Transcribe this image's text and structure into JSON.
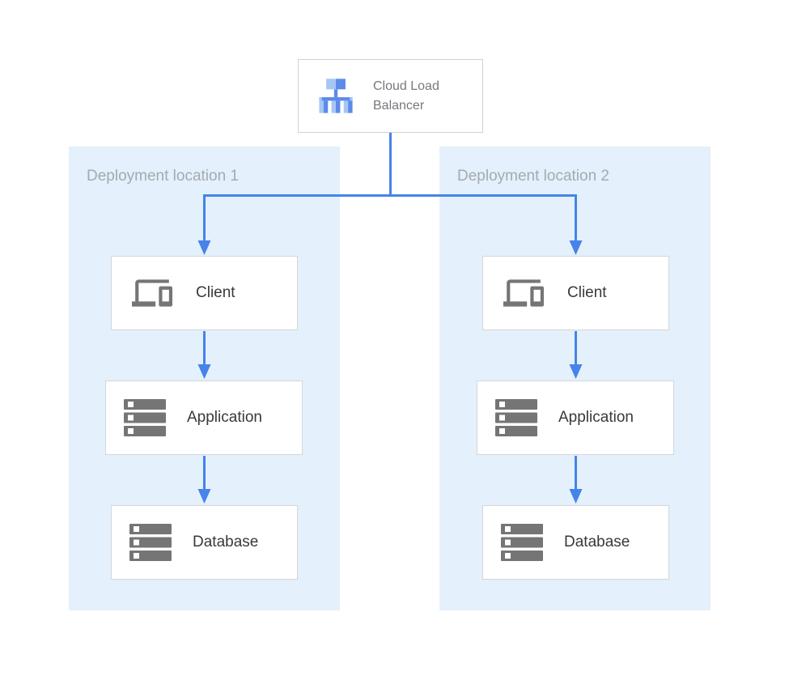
{
  "load_balancer": {
    "label": "Cloud Load Balancer",
    "icon": "load-balancer-icon"
  },
  "locations": [
    {
      "label": "Deployment location 1",
      "nodes": [
        {
          "label": "Client",
          "icon": "devices-icon"
        },
        {
          "label": "Application",
          "icon": "server-stack-icon"
        },
        {
          "label": "Database",
          "icon": "server-stack-icon"
        }
      ]
    },
    {
      "label": "Deployment location 2",
      "nodes": [
        {
          "label": "Client",
          "icon": "devices-icon"
        },
        {
          "label": "Application",
          "icon": "server-stack-icon"
        },
        {
          "label": "Database",
          "icon": "server-stack-icon"
        }
      ]
    }
  ],
  "connections": [
    {
      "from": "cloud-load-balancer",
      "to": "client-location-1"
    },
    {
      "from": "cloud-load-balancer",
      "to": "client-location-2"
    },
    {
      "from": "client-location-1",
      "to": "application-location-1"
    },
    {
      "from": "application-location-1",
      "to": "database-location-1"
    },
    {
      "from": "client-location-2",
      "to": "application-location-2"
    },
    {
      "from": "application-location-2",
      "to": "database-location-2"
    }
  ],
  "colors": {
    "panel_background": "#e4f0fb",
    "connector_blue": "#4683ea",
    "icon_gray": "#757575",
    "icon_blue": "#5c8be8",
    "icon_blue_light": "#a6c6f4",
    "box_border": "#d4d6d9",
    "panel_label_gray": "#a4aab0",
    "lb_label_gray": "#75797e",
    "node_label_dark": "#37393b"
  }
}
